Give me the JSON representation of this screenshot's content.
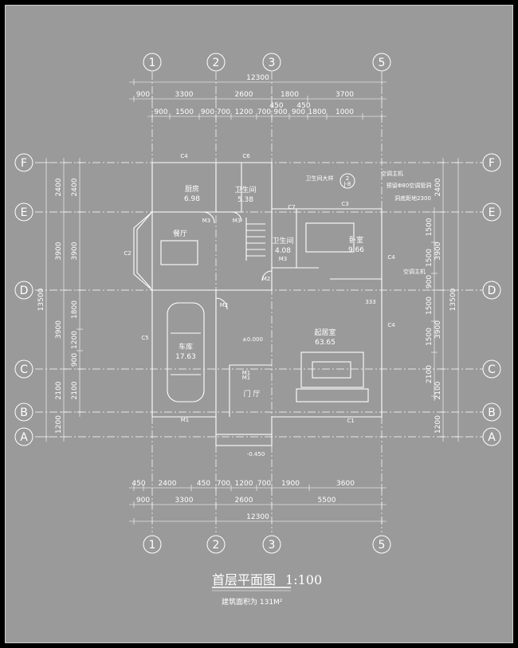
{
  "drawing": {
    "title": "首层平面图",
    "scale": "1:100",
    "area_note": "建筑面积为 131M²",
    "axes_numbered": [
      "1",
      "2",
      "3",
      "5"
    ],
    "axes_lettered": [
      "F",
      "E",
      "D",
      "C",
      "B",
      "A"
    ],
    "dims_top": {
      "total": "12300",
      "row2": [
        "900",
        "3300",
        "2600",
        "1800",
        "3700"
      ],
      "row3": [
        "450",
        "450"
      ],
      "row4": [
        "900",
        "1500",
        "900",
        "700",
        "1200",
        "700",
        "900",
        "900",
        "1800",
        "1000"
      ]
    },
    "dims_bottom": {
      "row1": [
        "450",
        "2400",
        "450",
        "700",
        "1200",
        "700",
        "1900",
        "3600"
      ],
      "row2": [
        "900",
        "3300",
        "2600",
        "5500"
      ],
      "total": "12300"
    },
    "dims_left": {
      "total": "13500",
      "outer": [
        "2400",
        "3900",
        "3900",
        "2100",
        "1200"
      ],
      "inner": [
        "2400",
        "3900",
        "1800",
        "1200",
        "900",
        "2100"
      ]
    },
    "dims_right": {
      "total": "13500",
      "outer": [
        "2400",
        "3900",
        "3900",
        "2100",
        "1200"
      ],
      "inner": [
        "1500",
        "1500",
        "900",
        "1500",
        "1500",
        "2100"
      ]
    },
    "rooms": [
      {
        "name": "厨房",
        "area": "6.98"
      },
      {
        "name": "卫生间",
        "area": "5.38"
      },
      {
        "name": "餐厅",
        "area": ""
      },
      {
        "name": "卫生间",
        "area": "4.08"
      },
      {
        "name": "卧室",
        "area": "9.66"
      },
      {
        "name": "起居室",
        "area": "63.65"
      },
      {
        "name": "车库",
        "area": "17.63"
      },
      {
        "name": "门 厅",
        "area": ""
      }
    ],
    "tags": [
      "C4",
      "C6",
      "C2",
      "C3",
      "C4",
      "C4",
      "C5",
      "C1",
      "M1",
      "M2",
      "M3",
      "M3",
      "M3",
      "M2",
      "M1",
      "M1",
      "C7"
    ],
    "notes": [
      "卫生间大样",
      "空调主机",
      "预留Φ80空调管洞",
      "洞底距地2300",
      "空调主机"
    ],
    "levels": [
      "±0.000",
      "-0.450"
    ],
    "detail_mark": {
      "num": "2",
      "sheet": "J-8"
    },
    "misc": [
      "333"
    ]
  }
}
